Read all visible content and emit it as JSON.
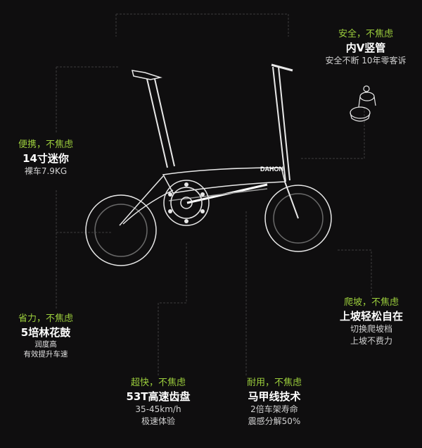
{
  "brand": "DAHON",
  "colors": {
    "background": "#0f0e0f",
    "accent": "#9ccf3c",
    "text": "#ffffff",
    "line": "#3c3c3c"
  },
  "features": {
    "stem": {
      "tag": "安全，不焦虑",
      "title": "内V竖管",
      "desc": [
        "安全不断 10年零客诉"
      ]
    },
    "size": {
      "tag": "便携，不焦虑",
      "title": "14寸迷你",
      "desc": [
        "裸车7.9KG"
      ]
    },
    "gear": {
      "tag": "省力，不焦虑",
      "title": "5培林花鼓",
      "desc": [
        "润度高",
        "有效提升车速"
      ]
    },
    "speed": {
      "tag": "超快，不焦虑",
      "title": "53T高速齿盘",
      "desc": [
        "35-45km/h",
        "极速体验"
      ]
    },
    "frame": {
      "tag": "耐用，不焦虑",
      "title": "马甲线技术",
      "desc": [
        "2倍车架寿命",
        "震感分解50%"
      ]
    },
    "climb": {
      "tag": "爬坡，不焦虑",
      "title": "上坡轻松自在",
      "desc": [
        "切换爬坡档",
        "上坡不费力"
      ]
    }
  }
}
